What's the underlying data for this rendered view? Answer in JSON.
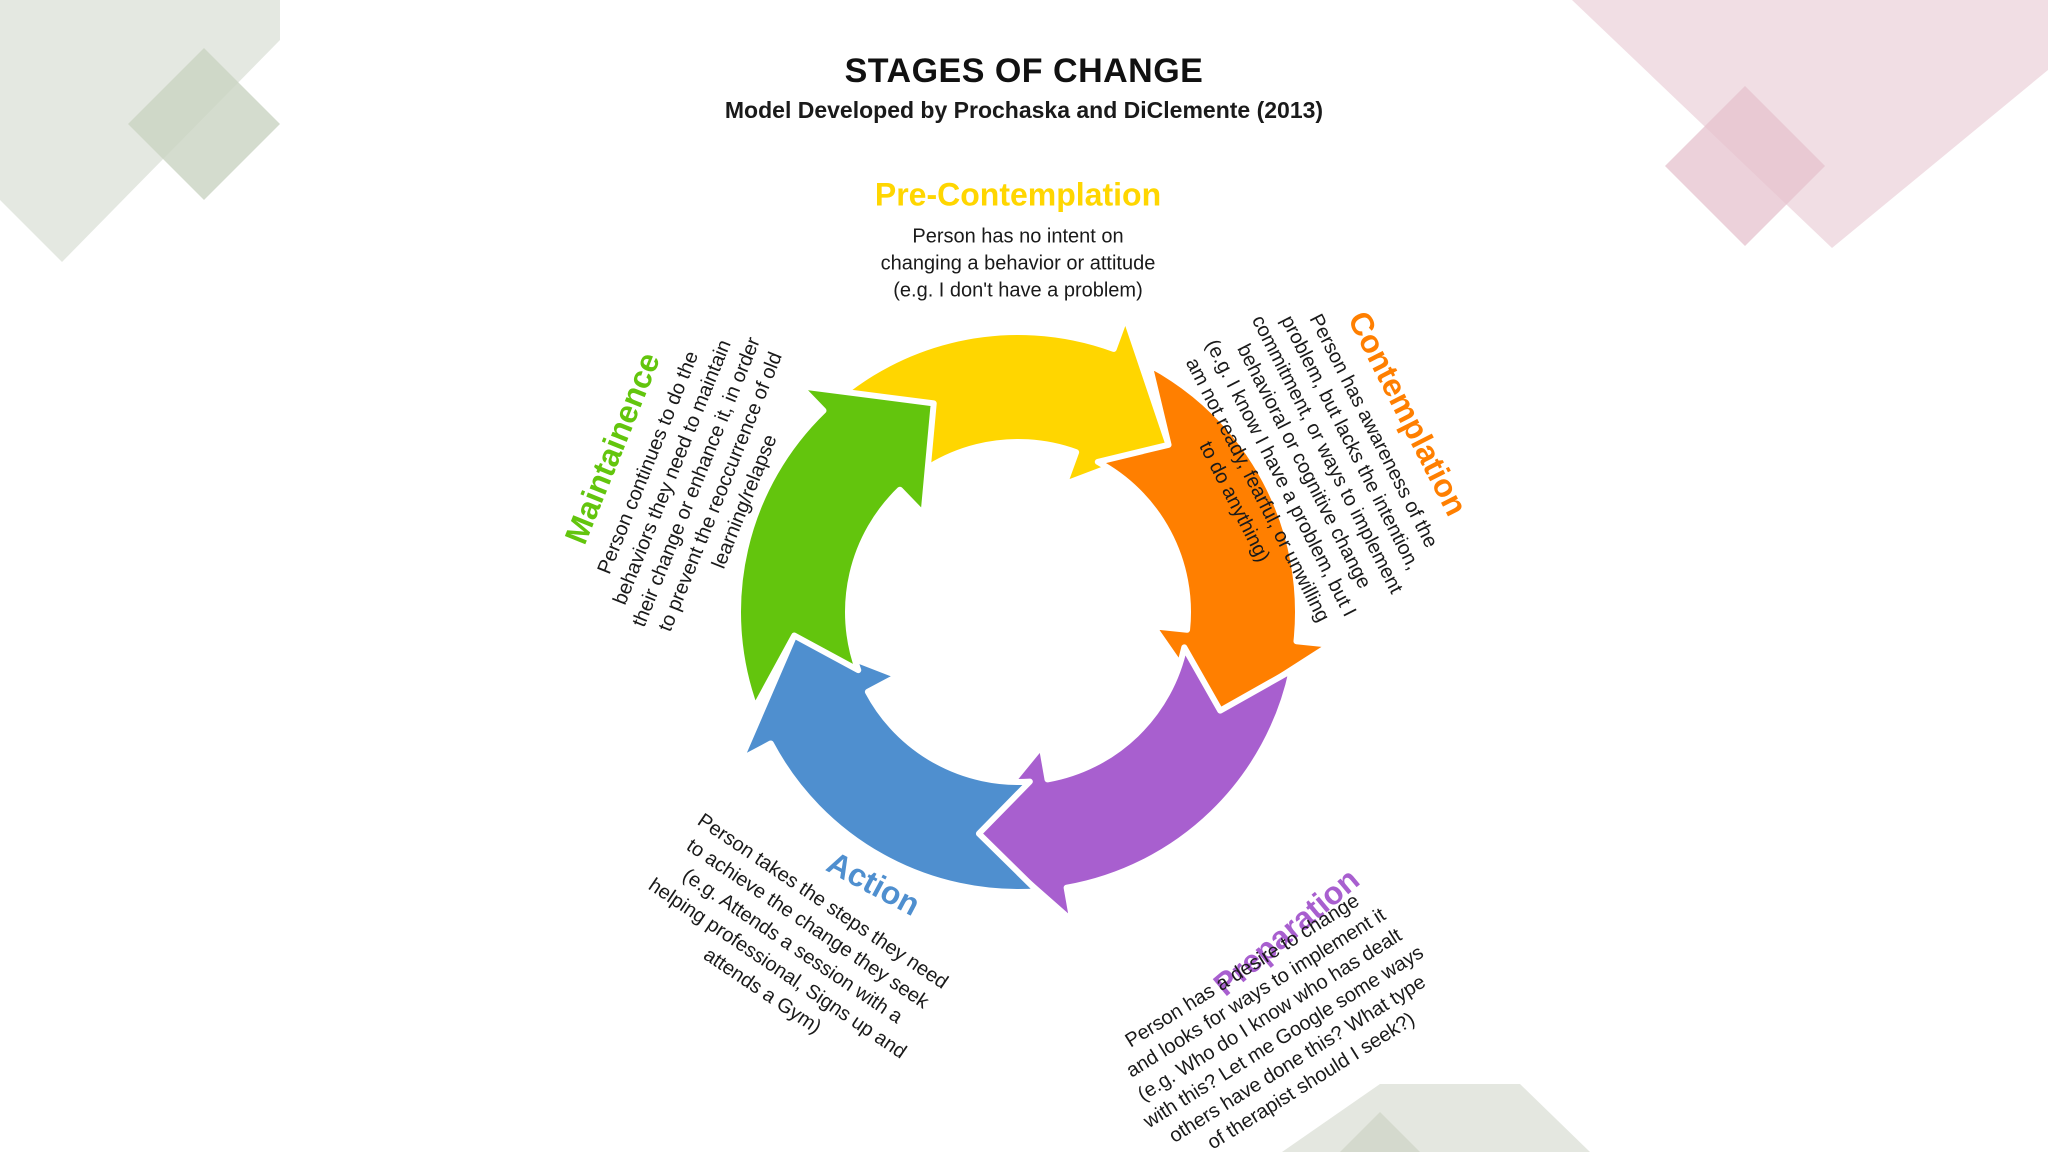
{
  "title": "STAGES OF CHANGE",
  "subtitle": "Model Developed by Prochaska and DiClemente (2013)",
  "colors": {
    "pre_contemplation": "#ffd600",
    "contemplation": "#ff7f00",
    "preparation": "#a85fcf",
    "action": "#4f8fcf",
    "maintenance": "#63c50d",
    "deco_green": "#d9ded4",
    "deco_pink": "#ecd5dc"
  },
  "stages": [
    {
      "id": "pre-contemplation",
      "name": "Pre-Contemplation",
      "color": "#ffd600",
      "desc": [
        "Person has no intent on",
        "changing a behavior or attitude",
        "(e.g. I don't have a problem)"
      ]
    },
    {
      "id": "contemplation",
      "name": "Contemplation",
      "color": "#ff7f00",
      "desc": [
        "Person has awareness of the",
        "problem, but lacks the intention,",
        "commitment, or ways to implement",
        "behavioral or cognitive change",
        "(e.g. I know I have a problem, but I",
        "am not ready, fearful, or unwilling",
        "to do anything)"
      ]
    },
    {
      "id": "preparation",
      "name": "Preparation",
      "color": "#a85fcf",
      "desc": [
        "Person has a desire to change",
        "and looks for ways to implement it",
        "(e.g. Who do I know who has dealt",
        "with this? Let me Google some ways",
        "others have done this? What type",
        "of therapist should I seek?)"
      ]
    },
    {
      "id": "action",
      "name": "Action",
      "color": "#4f8fcf",
      "desc": [
        "Person takes the steps they need",
        "to achieve the change they seek",
        "(e.g. Attends a session with a",
        "helping professional, Signs up and",
        "attends a Gym)"
      ]
    },
    {
      "id": "maintenance",
      "name": "Maintainence",
      "color": "#63c50d",
      "desc": [
        "Person continues to do the",
        "behaviors they need to maintain",
        "their change or enhance it, in order",
        "to prevent the reoccurrence of old",
        "learning/relapse"
      ]
    }
  ]
}
